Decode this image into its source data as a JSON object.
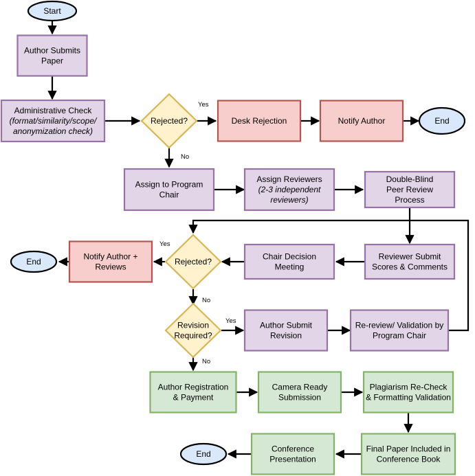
{
  "colors": {
    "process_fill": "#e1d5e7",
    "process_stroke": "#9673a6",
    "reject_fill": "#f8cecc",
    "reject_stroke": "#b85450",
    "final_fill": "#d5e8d4",
    "final_stroke": "#82b366",
    "decision_fill": "#fff2cc",
    "decision_stroke": "#d6b656",
    "terminal_fill": "#dae8fc",
    "terminal_stroke": "#000000",
    "edge": "#000000"
  },
  "nodes": {
    "start": {
      "lines": [
        "Start"
      ]
    },
    "submit": {
      "lines": [
        "Author Submits",
        "Paper"
      ]
    },
    "admin_check": {
      "lines": [
        "Administrative Check"
      ],
      "italic_lines": [
        "(format/similarity/scope/",
        "anonymization check)"
      ]
    },
    "rejected1": {
      "lines": [
        "Rejected?"
      ]
    },
    "desk_rejection": {
      "lines": [
        "Desk Rejection"
      ]
    },
    "notify_author": {
      "lines": [
        "Notify Author"
      ]
    },
    "end1": {
      "lines": [
        "End"
      ]
    },
    "assign_chair": {
      "lines": [
        "Assign to Program",
        "Chair"
      ]
    },
    "assign_reviewers": {
      "lines": [
        "Assign Reviewers"
      ],
      "italic_lines": [
        "(2-3 independent",
        "reviewers)"
      ]
    },
    "peer_review": {
      "lines": [
        "Double-Blind",
        "Peer Review",
        "Process"
      ]
    },
    "reviewer_submit": {
      "lines": [
        "Reviewer Submit",
        "Scores & Comments"
      ]
    },
    "chair_decision": {
      "lines": [
        "Chair Decision",
        "Meeting"
      ]
    },
    "rejected2": {
      "lines": [
        "Rejected?"
      ]
    },
    "notify_reviews": {
      "lines": [
        "Notify Author +",
        "Reviews"
      ]
    },
    "end2": {
      "lines": [
        "End"
      ]
    },
    "revision_required": {
      "lines": [
        "Revision",
        "Required?"
      ]
    },
    "author_revision": {
      "lines": [
        "Author Submit",
        "Revision"
      ]
    },
    "re_review": {
      "lines": [
        "Re-review/ Validation by",
        "Program Chair"
      ]
    },
    "registration": {
      "lines": [
        "Author Registration",
        "& Payment"
      ]
    },
    "camera_ready": {
      "lines": [
        "Camera Ready",
        "Submission"
      ]
    },
    "plagiarism": {
      "lines": [
        "Plagiarism Re-Check",
        "& Formatting Validation"
      ]
    },
    "final_paper": {
      "lines": [
        "Final Paper Included in",
        "Conference Book"
      ]
    },
    "presentation": {
      "lines": [
        "Conference",
        "Presentation"
      ]
    },
    "end3": {
      "lines": [
        "End"
      ]
    }
  },
  "edge_labels": {
    "yes1": "Yes",
    "no1": "No",
    "yes2": "Yes",
    "no2": "No",
    "yes3": "Yes",
    "no3": "No"
  }
}
